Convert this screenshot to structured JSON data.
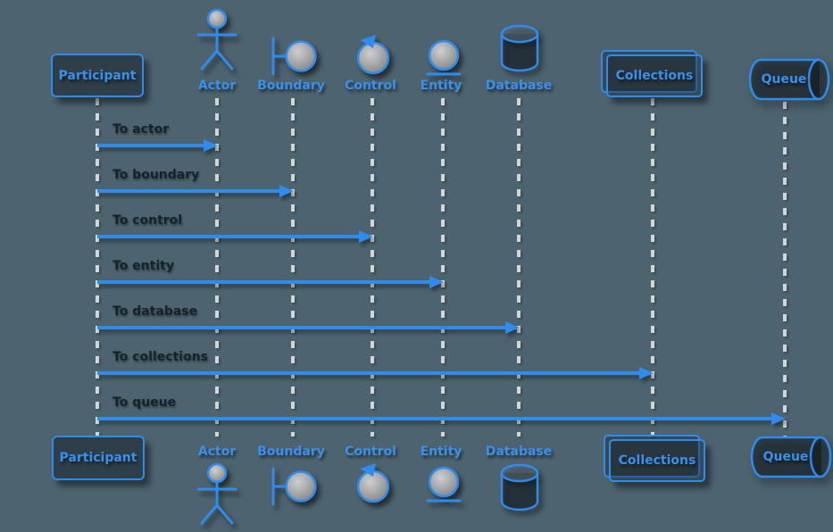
{
  "theme": {
    "background_color": "#4d6470",
    "accent_color": "#2f8cec",
    "lifeline_color": "#d3d6d7",
    "message_text_color": "#15222c",
    "shadow_color": "rgba(0,0,0,0.5)",
    "icon_fill_gray": "#9a9c9e"
  },
  "diagram_type": "sequence-diagram",
  "participants": [
    {
      "name": "Participant",
      "kind": "participant",
      "icon": "participant-box"
    },
    {
      "name": "Actor",
      "kind": "actor",
      "icon": "stick-figure-icon"
    },
    {
      "name": "Boundary",
      "kind": "boundary",
      "icon": "boundary-icon"
    },
    {
      "name": "Control",
      "kind": "control",
      "icon": "control-icon"
    },
    {
      "name": "Entity",
      "kind": "entity",
      "icon": "entity-icon"
    },
    {
      "name": "Database",
      "kind": "database",
      "icon": "database-cylinder-icon"
    },
    {
      "name": "Collections",
      "kind": "collections",
      "icon": "double-rectangle"
    },
    {
      "name": "Queue",
      "kind": "queue",
      "icon": "horizontal-cylinder"
    }
  ],
  "messages": [
    {
      "from": "Participant",
      "to": "Actor",
      "label": "To actor"
    },
    {
      "from": "Participant",
      "to": "Boundary",
      "label": "To boundary"
    },
    {
      "from": "Participant",
      "to": "Control",
      "label": "To control"
    },
    {
      "from": "Participant",
      "to": "Entity",
      "label": "To entity"
    },
    {
      "from": "Participant",
      "to": "Database",
      "label": "To database"
    },
    {
      "from": "Participant",
      "to": "Collections",
      "label": "To collections"
    },
    {
      "from": "Participant",
      "to": "Queue",
      "label": "To queue"
    }
  ]
}
